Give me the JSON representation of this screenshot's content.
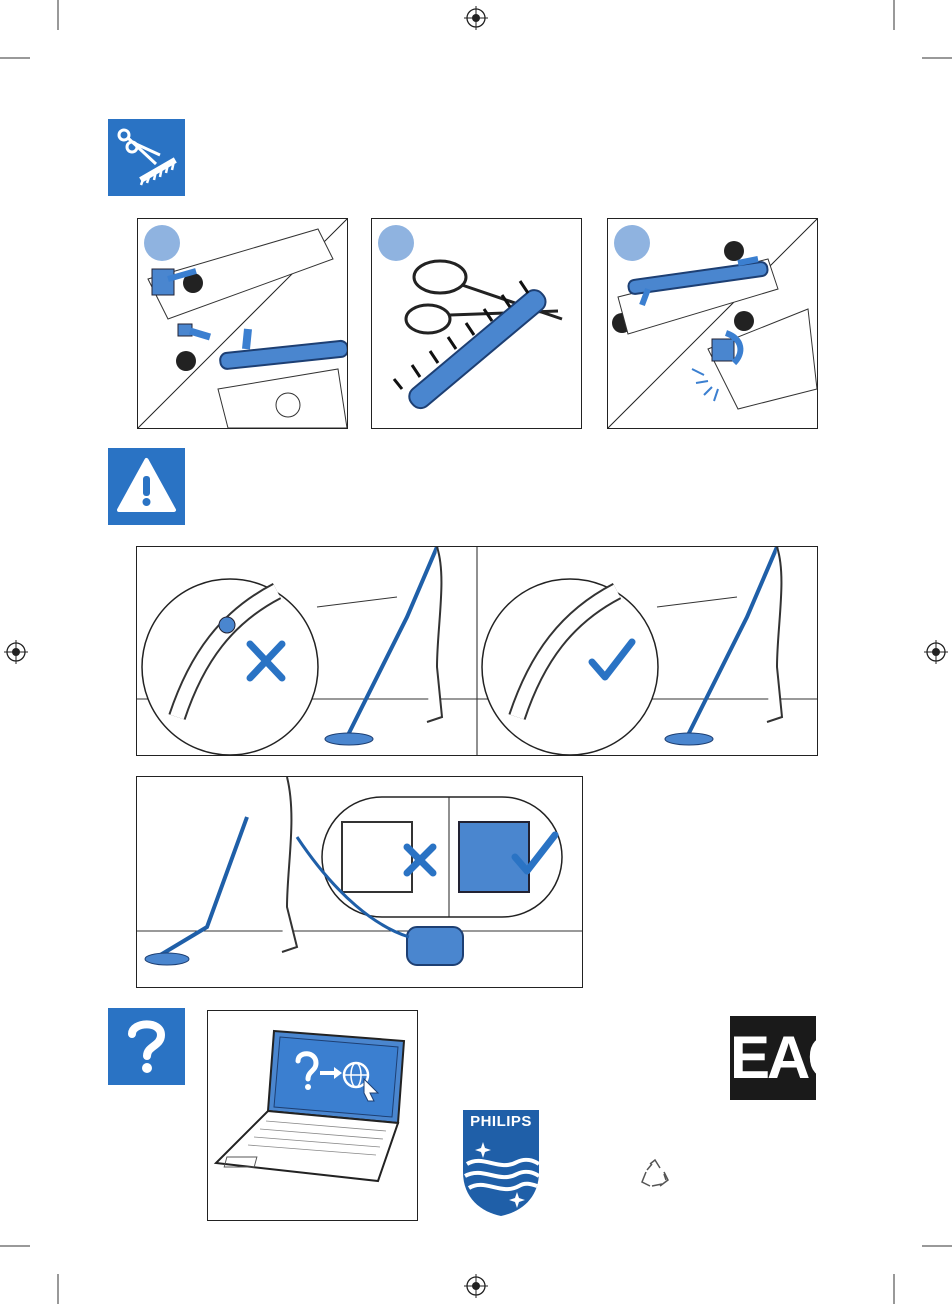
{
  "brand": {
    "logo_text": "PHILIPS",
    "accent_color": "#2a73c4",
    "dark_blue": "#1f5fa8"
  },
  "certification": {
    "mark_text": "EAC"
  },
  "sections": [
    {
      "id": "brush-cleaning",
      "icon": "scissors-brush-icon"
    },
    {
      "id": "warning",
      "icon": "warning-triangle-icon"
    },
    {
      "id": "help",
      "icon": "question-mark-icon"
    }
  ],
  "step_panels": [
    {
      "icon": "brush-removal-illustration"
    },
    {
      "icon": "scissors-cutting-hair-illustration"
    },
    {
      "icon": "brush-reinsert-illustration"
    }
  ],
  "comparison_panels": [
    {
      "icon": "wrong-cross-icon",
      "meaning": "incorrect"
    },
    {
      "icon": "correct-check-icon",
      "meaning": "correct"
    }
  ],
  "footer": {
    "recycle_icon": "recycle-icon"
  }
}
